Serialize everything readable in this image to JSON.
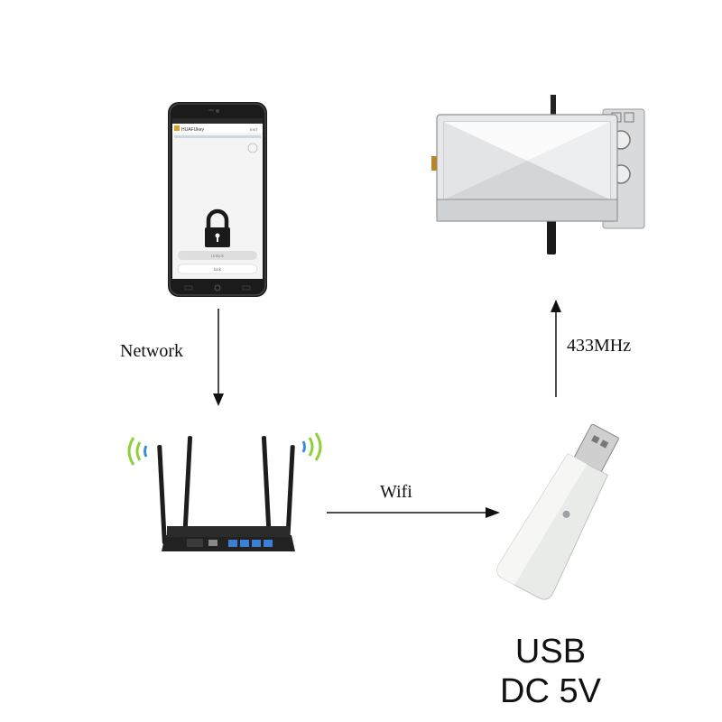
{
  "labels": {
    "network": "Network",
    "wifi": "Wifi",
    "frequency": "433MHz",
    "power_line1": "USB",
    "power_line2": "DC 5V"
  },
  "phone": {
    "app_title": "HUAFUkey",
    "app_action": "EXIT",
    "unlock_label": "Unlock",
    "lock_label": "lock"
  },
  "colors": {
    "arrow": "#111111",
    "wifi_signal": "#8fcf3a",
    "wifi_signal_inner": "#3b8fd6",
    "phone_body": "#1a1a1a",
    "usb_body": "#e9ebe8"
  }
}
